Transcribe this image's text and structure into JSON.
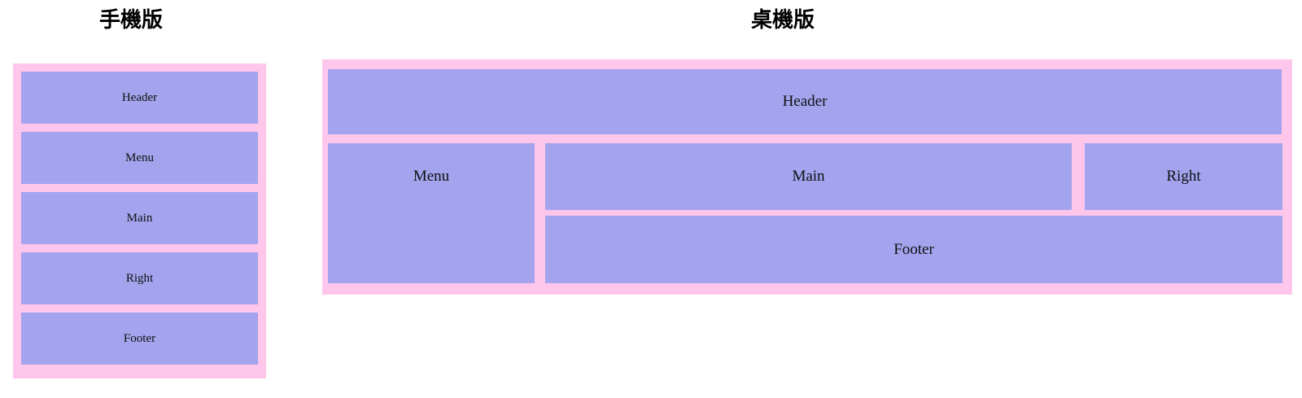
{
  "palette": {
    "frame_pink": "#ffc6ec",
    "block_purple": "#a3a3ee",
    "page_background": "#ffffff",
    "label_text": "#111111",
    "title_text": "#000000"
  },
  "mobile": {
    "title": "手機版",
    "blocks": [
      {
        "key": "header",
        "label": "Header"
      },
      {
        "key": "menu",
        "label": "Menu"
      },
      {
        "key": "main",
        "label": "Main"
      },
      {
        "key": "right",
        "label": "Right"
      },
      {
        "key": "footer",
        "label": "Footer"
      }
    ]
  },
  "desktop": {
    "title": "桌機版",
    "blocks": [
      {
        "key": "header",
        "label": "Header"
      },
      {
        "key": "menu",
        "label": "Menu"
      },
      {
        "key": "main",
        "label": "Main"
      },
      {
        "key": "right",
        "label": "Right"
      },
      {
        "key": "footer",
        "label": "Footer"
      }
    ]
  }
}
